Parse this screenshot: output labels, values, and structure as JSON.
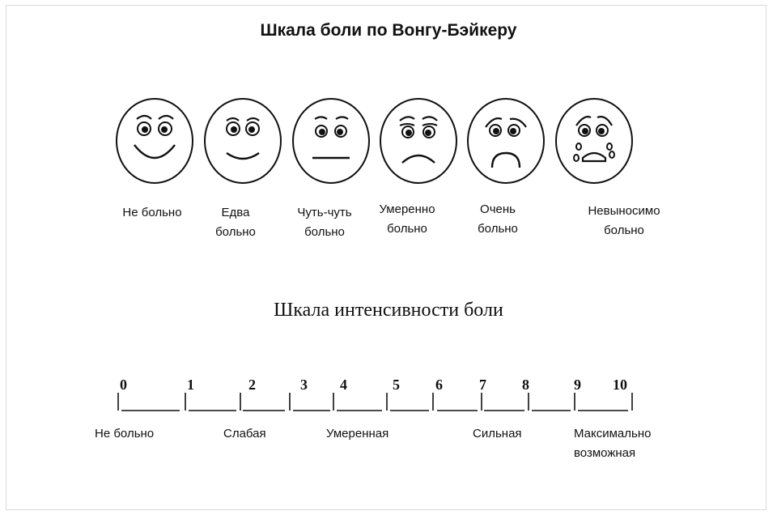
{
  "title": "Шкала боли по Вонгу-Бэйкеру",
  "faces": [
    {
      "icon": "very-happy-face-icon",
      "label": "Не больно"
    },
    {
      "icon": "happy-face-icon",
      "label": "Едва\nбольно"
    },
    {
      "icon": "neutral-face-icon",
      "label": "Чуть-чуть\nбольно"
    },
    {
      "icon": "sad-face-icon",
      "label": "Умеренно\nбольно"
    },
    {
      "icon": "very-sad-face-icon",
      "label": "Очень\nбольно"
    },
    {
      "icon": "crying-face-icon",
      "label": "Невыносимо\nбольно"
    }
  ],
  "intensity_scale": {
    "title": "Шкала интенсивности боли",
    "ticks": [
      "0",
      "1",
      "2",
      "3",
      "4",
      "5",
      "6",
      "7",
      "8",
      "9",
      "10"
    ],
    "labels": [
      "Не больно",
      "Слабая",
      "Умеренная",
      "Сильная",
      "Максимально\nвозможная"
    ]
  }
}
